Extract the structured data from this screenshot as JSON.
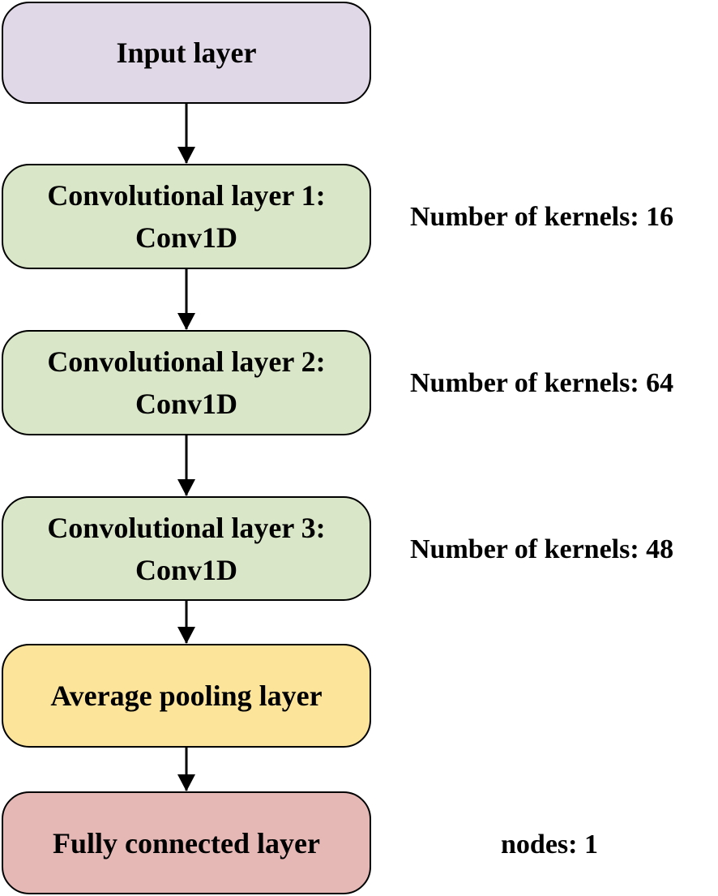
{
  "nodes": [
    {
      "id": "input",
      "lines": [
        "Input layer"
      ],
      "fill": "#e0d7e7"
    },
    {
      "id": "conv1",
      "lines": [
        "Convolutional layer 1:",
        "Conv1D"
      ],
      "fill": "#d9e6c7"
    },
    {
      "id": "conv2",
      "lines": [
        "Convolutional layer 2:",
        "Conv1D"
      ],
      "fill": "#d9e6c7"
    },
    {
      "id": "conv3",
      "lines": [
        "Convolutional layer 3:",
        "Conv1D"
      ],
      "fill": "#d9e6c7"
    },
    {
      "id": "pool",
      "lines": [
        "Average pooling layer"
      ],
      "fill": "#fce49a"
    },
    {
      "id": "fc",
      "lines": [
        "Fully connected layer"
      ],
      "fill": "#e5b8b6"
    }
  ],
  "notes": {
    "conv1": "Number of kernels: 16",
    "conv2": "Number of kernels: 64",
    "conv3": "Number of kernels: 48",
    "fc": "nodes: 1"
  },
  "edges": [
    {
      "from": "input",
      "to": "conv1"
    },
    {
      "from": "conv1",
      "to": "conv2"
    },
    {
      "from": "conv2",
      "to": "conv3"
    },
    {
      "from": "conv3",
      "to": "pool"
    },
    {
      "from": "pool",
      "to": "fc"
    }
  ]
}
